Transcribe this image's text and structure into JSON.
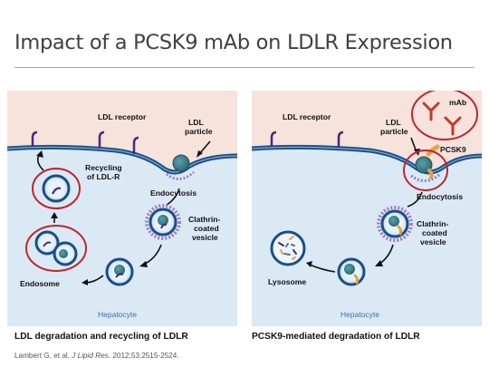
{
  "slide": {
    "title": "Impact of a PCSK9 mAb on LDLR Expression",
    "citation_prefix": "Lambert G, et al. ",
    "citation_journal": "J Lipid Res",
    "citation_suffix": ". 2012;53:2515-2524."
  },
  "left_panel": {
    "caption": "LDL degradation and recycling of LDLR",
    "labels": {
      "ldl_receptor": "LDL receptor",
      "ldl_particle_1": "LDL",
      "ldl_particle_2": "particle",
      "recycling_1": "Recycling",
      "recycling_2": "of LDL-R",
      "endocytosis": "Endocytosis",
      "clathrin_1": "Clathrin-",
      "clathrin_2": "coated",
      "clathrin_3": "vesicle",
      "endosome": "Endosome",
      "hepatocyte": "Hepatocyte"
    }
  },
  "right_panel": {
    "caption": "PCSK9-mediated degradation of LDLR",
    "labels": {
      "ldl_receptor": "LDL receptor",
      "ldl_particle_1": "LDL",
      "ldl_particle_2": "particle",
      "mab": "mAb",
      "pcsk9": "PCSK9",
      "endocytosis": "Endocytosis",
      "clathrin_1": "Clathrin-",
      "clathrin_2": "coated",
      "clathrin_3": "vesicle",
      "lysosome": "Lysosome",
      "hepatocyte": "Hepatocyte"
    }
  },
  "colors": {
    "extracellular": "#f7e2dc",
    "cytoplasm": "#dbe9f5",
    "membrane": "#1a4f86",
    "receptor": "#4b2a7a",
    "ldl_particle": "#3f7f8e",
    "clathrin": "#a27cc4",
    "highlight_ring": "#c0262d",
    "pcsk9": "#e7a23a",
    "mab": "#c23a2e",
    "hepatocyte_label": "#3d6fa8"
  }
}
